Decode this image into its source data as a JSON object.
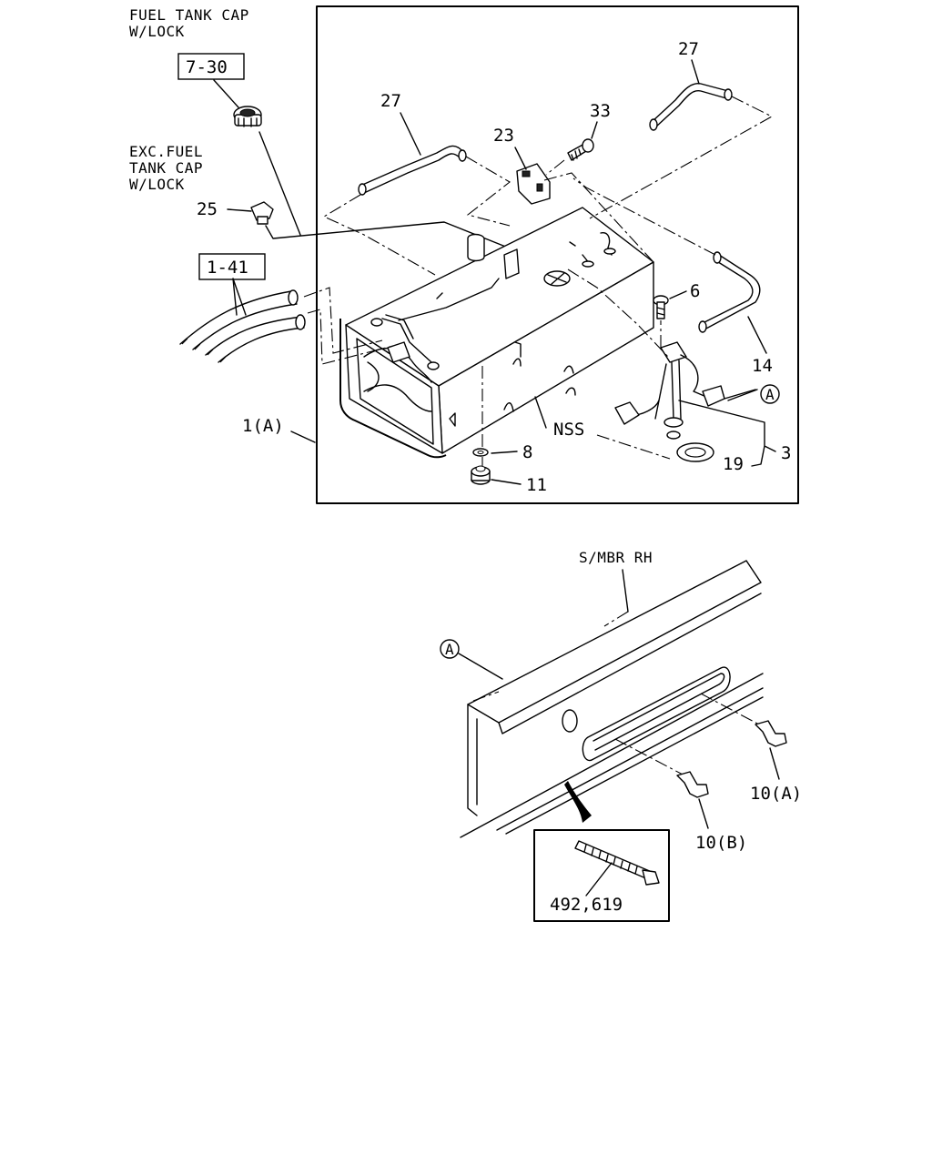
{
  "notes": {
    "fuel_tank_cap_w_lock": [
      "FUEL TANK CAP",
      "W/LOCK"
    ],
    "exc_fuel_tank_cap_w_lock": [
      "EXC.FUEL",
      "TANK CAP",
      "W/LOCK"
    ],
    "side_member": "S/MBR RH"
  },
  "ref_boxes": {
    "ref_7_30": "7-30",
    "ref_1_41": "1-41"
  },
  "callouts": {
    "c27_left": "27",
    "c27_right": "27",
    "c23": "23",
    "c33": "33",
    "c25": "25",
    "c6": "6",
    "c14": "14",
    "c1a": "1(A)",
    "nss": "NSS",
    "c8": "8",
    "c11": "11",
    "c3": "3",
    "c19": "19",
    "c10a": "10(A)",
    "c10b": "10(B)",
    "c492": "492,619"
  },
  "circle_markers": {
    "a_top": "A",
    "a_bottom": "A"
  }
}
